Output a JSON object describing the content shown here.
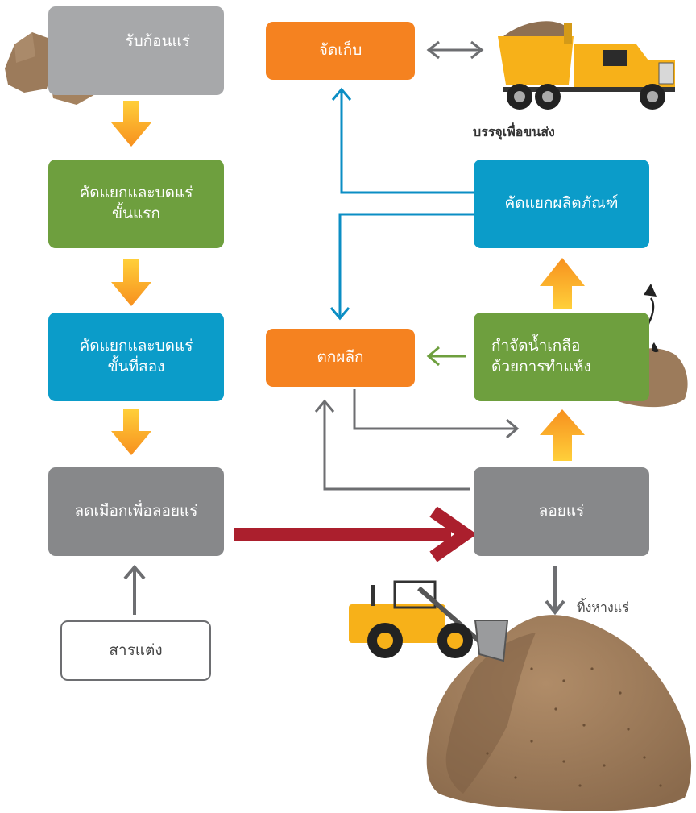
{
  "nodes": {
    "receive_ore": "รับก้อนแร่",
    "primary_crush": "คัดแยกและบดแร่\nขั้นแรก",
    "secondary_crush": "คัดแยกและบดแร่\nขั้นที่สอง",
    "grind_flotation": "ลดเมือกเพื่อลอยแร่",
    "reagents": "สารแต่ง",
    "storage": "จัดเก็บ",
    "product_sort": "คัดแยกผลิตภัณฑ์",
    "crystallize": "ตกผลึก",
    "dewater_dry": "กำจัดน้ำเกลือ\nด้วยการทำแห้ง",
    "flotation": "ลอยแร่"
  },
  "labels": {
    "pack_transport": "บรรจุเพื่อขนส่ง",
    "tailings": "ทิ้งหางแร่"
  },
  "colors": {
    "gray": "#87888a",
    "green": "#6e9f3e",
    "blue": "#0b9cc9",
    "orange": "#f58220",
    "arrow_orange": "#f7a21b",
    "arrow_red": "#ab1f2d",
    "arrow_blue": "#0b8ec4",
    "arrow_gray": "#6d6e71",
    "truck_yellow": "#f7b119",
    "ore_brown": "#9c7b5b"
  },
  "icons": [
    "ore-rocks-icon",
    "dump-truck-icon",
    "wheel-loader-icon",
    "tailings-pile-icon",
    "steam-arrow-icon"
  ]
}
